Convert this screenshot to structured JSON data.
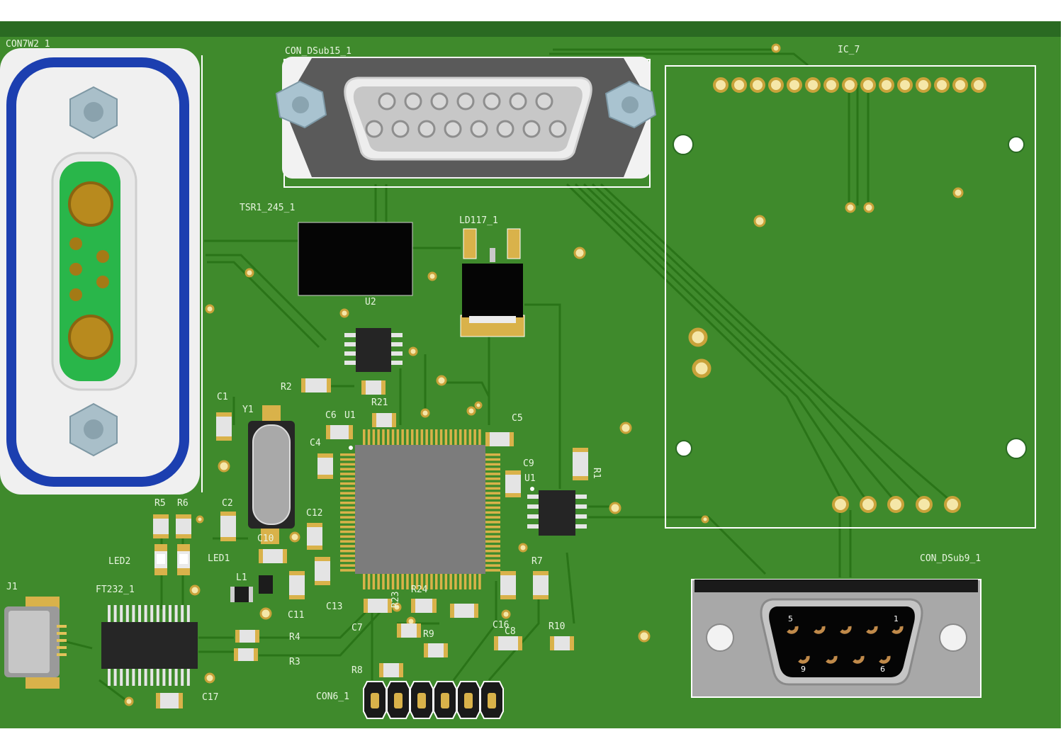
{
  "board": {
    "colors": {
      "pcb": "#3f8a2c",
      "pcb_edge": "#2a6a22",
      "trace": "#2d7a1e",
      "pad_gold": "#d9b24a",
      "silk": "#e8f5e0"
    }
  },
  "labels": {
    "con7w2": "CON7W2_1",
    "con_dsub15": "CON_DSub15_1",
    "ic7": "IC_7",
    "tsr": "TSR1_245_1",
    "ld117": "LD117_1",
    "u2": "U2",
    "r2": "R2",
    "r21": "R21",
    "c1": "C1",
    "y1": "Y1",
    "c6": "C6",
    "u1_top": "U1",
    "c5": "C5",
    "c4": "C4",
    "c9": "C9",
    "u1_right": "U1",
    "r1": "R1",
    "r5": "R5",
    "r6": "R6",
    "c2": "C2",
    "c12": "C12",
    "c10": "C10",
    "led2": "LED2",
    "led1": "LED1",
    "r7": "R7",
    "j1": "J1",
    "ft232": "FT232_1",
    "l1": "L1",
    "c11": "C11",
    "c13": "C13",
    "r23": "R23",
    "r24": "R24",
    "c7": "C7",
    "c16": "C16",
    "c8": "C8",
    "r10": "R10",
    "r9": "R9",
    "r4": "R4",
    "r3": "R3",
    "r8": "R8",
    "c17": "C17",
    "con6": "CON6_1",
    "con_dsub9": "CON_DSub9_1",
    "dsub9_pin5": "5",
    "dsub9_pin1": "1",
    "dsub9_pin9": "9",
    "dsub9_pin6": "6"
  }
}
